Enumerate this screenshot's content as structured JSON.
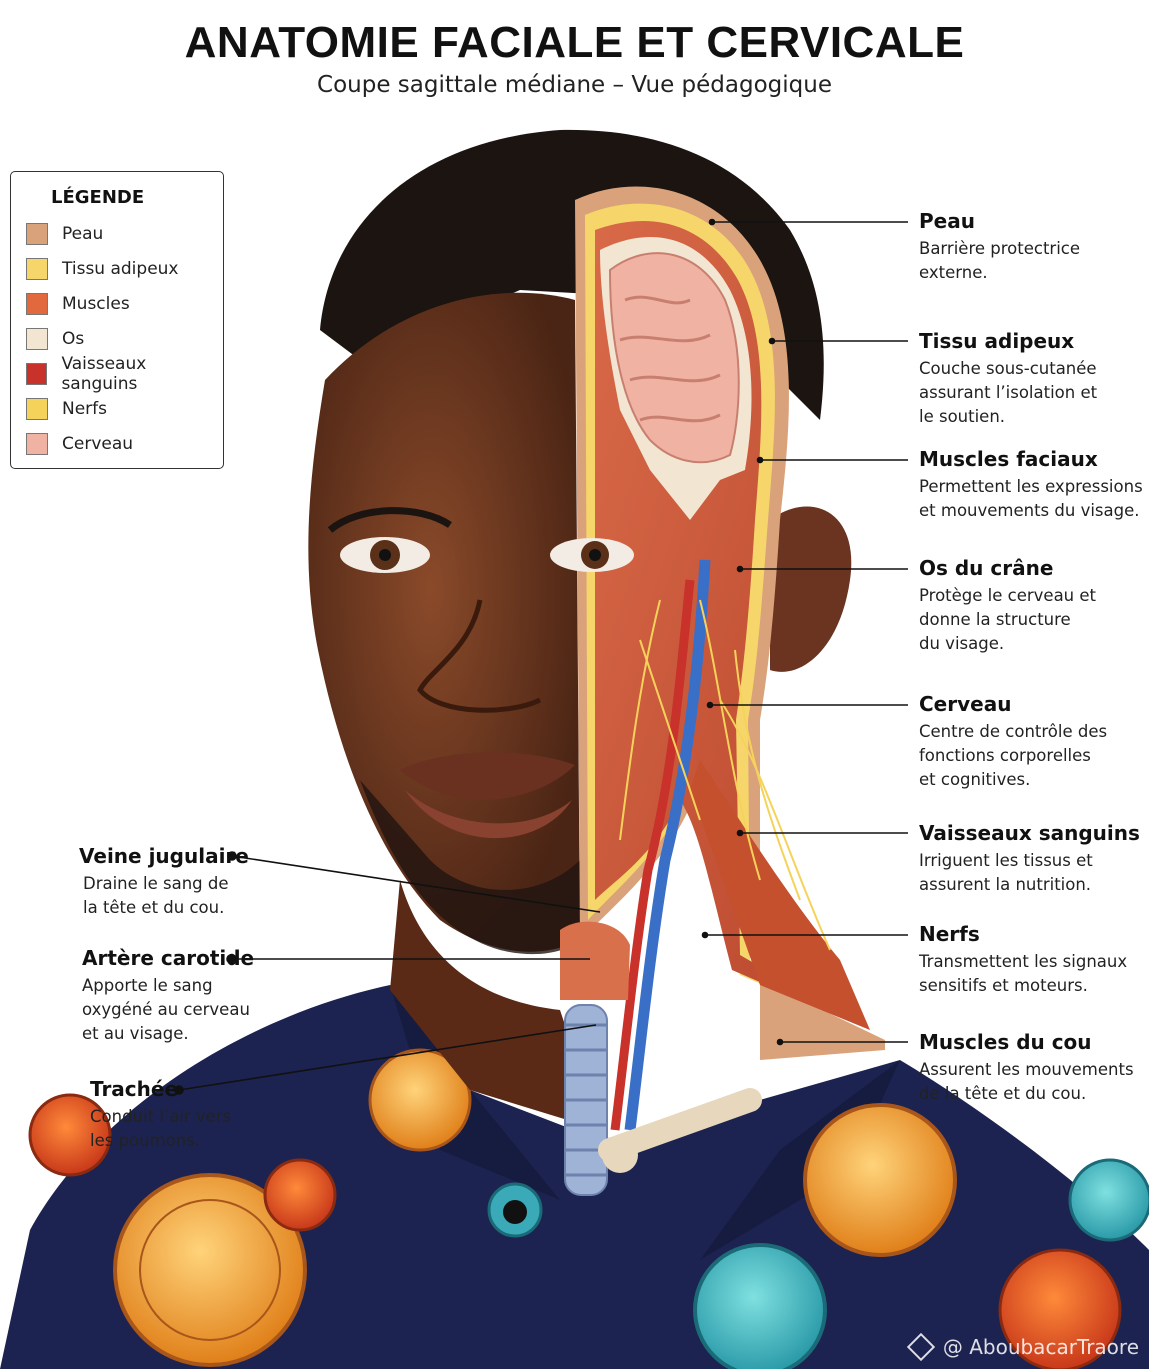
{
  "header": {
    "title": "ANATOMIE FACIALE ET CERVICALE",
    "subtitle": "Coupe sagittale médiane – Vue pédagogique"
  },
  "legend": {
    "title": "LÉGENDE",
    "items": [
      {
        "label": "Peau",
        "color": "#d9a27a"
      },
      {
        "label": "Tissu adipeux",
        "color": "#f6d66a"
      },
      {
        "label": "Muscles",
        "color": "#e2683e"
      },
      {
        "label": "Os",
        "color": "#f2e6d2"
      },
      {
        "label": "Vaisseaux sanguins",
        "color": "#c9312b"
      },
      {
        "label": "Nerfs",
        "color": "#f5d35a"
      },
      {
        "label": "Cerveau",
        "color": "#f0b3a3"
      }
    ]
  },
  "labels_right": [
    {
      "title": "Peau",
      "desc": "Barrière protectrice\nexterne."
    },
    {
      "title": "Tissu adipeux",
      "desc": "Couche sous-cutanée\nassurant l’isolation et\nle soutien."
    },
    {
      "title": "Muscles faciaux",
      "desc": "Permettent les expressions\net mouvements du visage."
    },
    {
      "title": "Os du crâne",
      "desc": "Protège le cerveau et\ndonne la structure\ndu visage."
    },
    {
      "title": "Cerveau",
      "desc": "Centre de contrôle des\nfonctions corporelles\net cognitives."
    },
    {
      "title": "Vaisseaux sanguins",
      "desc": "Irriguent les tissus et\nassurent la nutrition."
    },
    {
      "title": "Nerfs",
      "desc": "Transmettent les signaux\nsensitifs et moteurs."
    },
    {
      "title": "Muscles du cou",
      "desc": "Assurent les mouvements\nde la tête et du cou."
    }
  ],
  "labels_left": [
    {
      "title": "Veine jugulaire",
      "desc": "Draine le sang de\nla tête et du cou."
    },
    {
      "title": "Artère carotide",
      "desc": "Apporte le sang\noxygéné au cerveau\net au visage."
    },
    {
      "title": "Trachée",
      "desc": "Conduit l’air vers\nles poumons."
    }
  ],
  "watermark": "@ AboubacarTraore"
}
